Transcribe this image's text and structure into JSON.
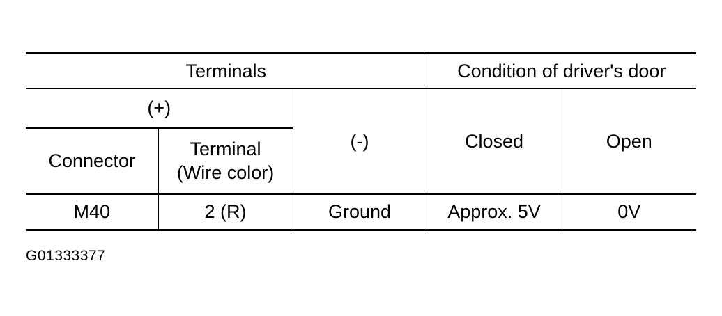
{
  "table": {
    "header": {
      "terminals": "Terminals",
      "condition": "Condition of driver's door",
      "plus": "(+)",
      "minus": "(-)",
      "closed": "Closed",
      "open": "Open",
      "connector": "Connector",
      "terminal_line1": "Terminal",
      "terminal_line2": "(Wire color)"
    },
    "row": {
      "connector": "M40",
      "terminal": "2 (R)",
      "minus": "Ground",
      "closed": "Approx. 5V",
      "open": "0V"
    }
  },
  "figure_id": "G01333377"
}
